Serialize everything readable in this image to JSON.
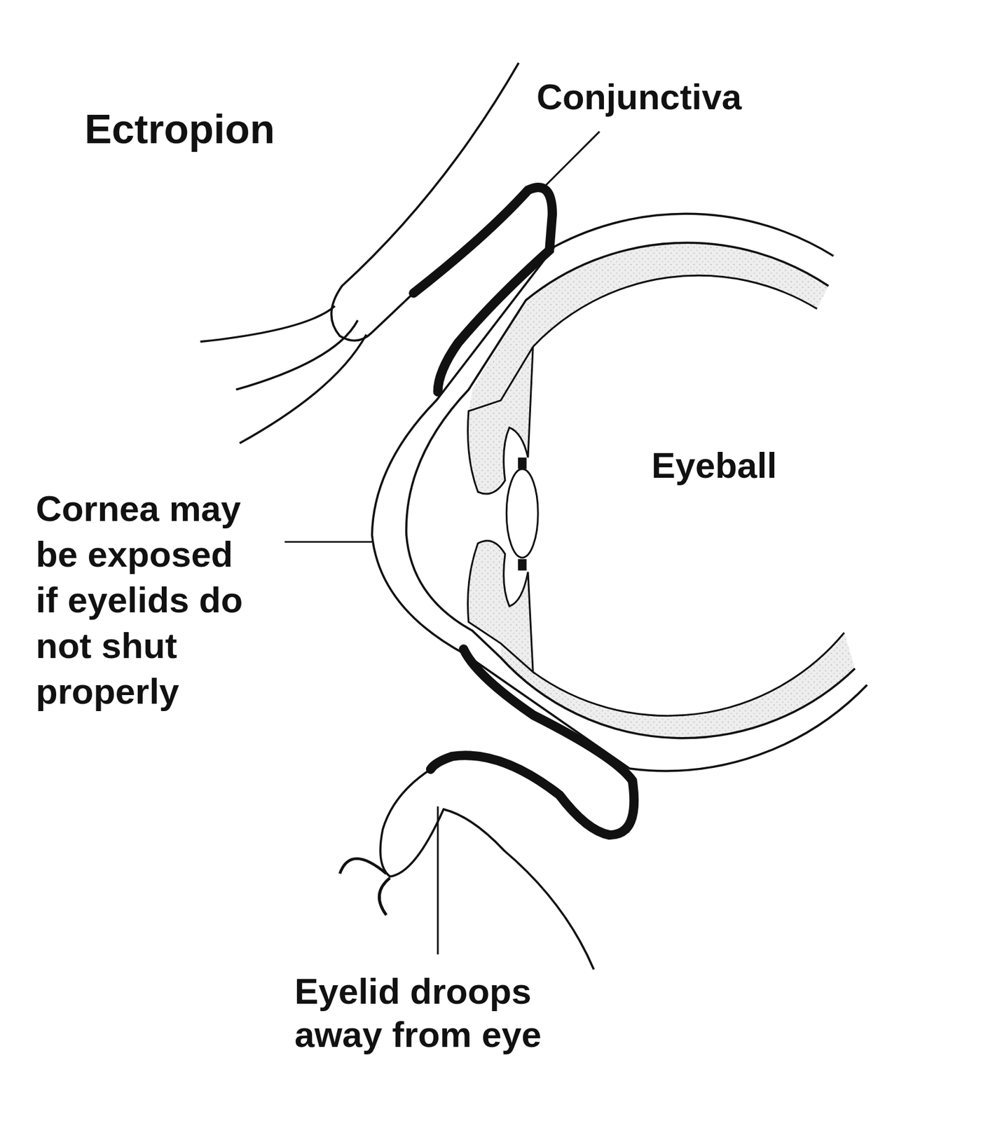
{
  "diagram": {
    "title": "Ectropion",
    "labels": [
      "Conjunctiva",
      "Eyeball",
      "Cornea may be exposed if eyelids do not shut properly",
      "Eyelid droops away from eye"
    ]
  }
}
